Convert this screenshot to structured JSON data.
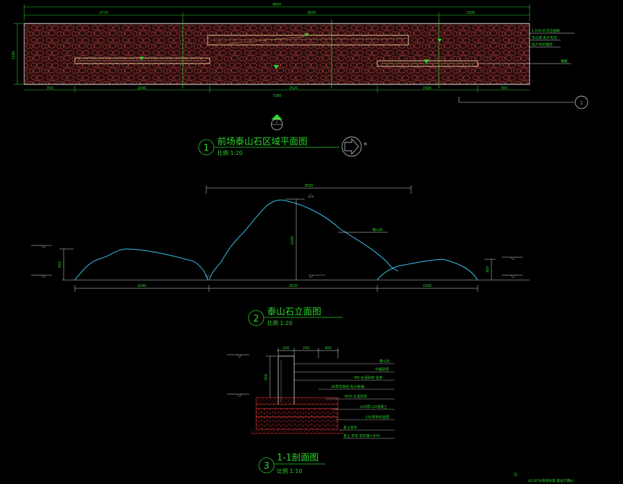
{
  "colors": {
    "background": "#000000",
    "dimension": "#2bd62b",
    "outline": "#e6e6e6",
    "paving": "#ff4a4a",
    "stone": "#d8c089",
    "rock_profile": "#38c8f0",
    "section_hatch": "#ff3a3a"
  },
  "plan": {
    "title_num": "1",
    "title": "前场泰山石区域平面图",
    "scale": "比例 1:20",
    "overall_dim": "9600",
    "top_dims": [
      "2770",
      "3830",
      "1500"
    ],
    "bottom_dims": [
      "700",
      "2040",
      "2520",
      "1500",
      "700"
    ],
    "bottom_total": "7260",
    "left_dim": "1160",
    "callouts": [
      "1.5X0.8 仿古面板",
      "东北城 乱片毛石",
      "乱片毛石铺地",
      "铺装"
    ],
    "section_mark": "1",
    "index_mark": "2"
  },
  "elevation": {
    "title_num": "2",
    "title": "泰山石立面图",
    "scale": "比例 1:20",
    "top_dim": "3830",
    "height_dim": "1200",
    "left_height": "450",
    "right_height": "300",
    "bottom_dims": [
      "2040",
      "2520",
      "1500"
    ],
    "annotation": "泰山石"
  },
  "section": {
    "title_num": "3",
    "title": "1-1剖面图",
    "scale": "比例 1:10",
    "top_dims": [
      "100",
      "230",
      "400"
    ],
    "height_dim": "300",
    "callouts": [
      "泰山石",
      "中粗砂层",
      "M5 水泥砂浆 坐浆",
      "30厚花岗岩 乱片拼铺",
      "M10 水泥砂浆",
      "100厚C20混凝土",
      "150厚碎石垫层",
      "素土夯实",
      "素土 夯实 密实度>93%"
    ]
  },
  "footnote": "注：",
  "footnote2": "±0.00为场地标高 建设方确认"
}
